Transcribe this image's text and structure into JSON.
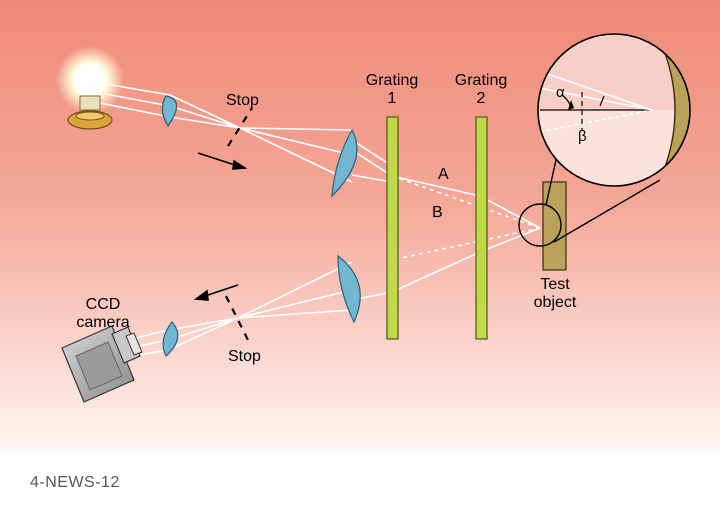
{
  "diagram": {
    "colors": {
      "background_top": "#ef8a78",
      "background_bottom": "#fff5f3",
      "lens": "#72b7d2",
      "grating": "#bfd94a",
      "test_object": "#b9a25a",
      "ray": "#ffffff"
    },
    "labels": {
      "stop_top": "Stop",
      "stop_bottom": "Stop",
      "grating1_line1": "Grating",
      "grating1_line2": "1",
      "grating2_line1": "Grating",
      "grating2_line2": "2",
      "beam_a": "A",
      "beam_b": "B",
      "alpha": "α",
      "beta": "β",
      "test_object_line1": "Test",
      "test_object_line2": "object",
      "camera_line1": "CCD",
      "camera_line2": "camera"
    },
    "icons": {
      "light_source": "lightbulb-icon",
      "camera": "ccd-camera-icon"
    }
  },
  "footer": {
    "code": "4-NEWS-12"
  }
}
